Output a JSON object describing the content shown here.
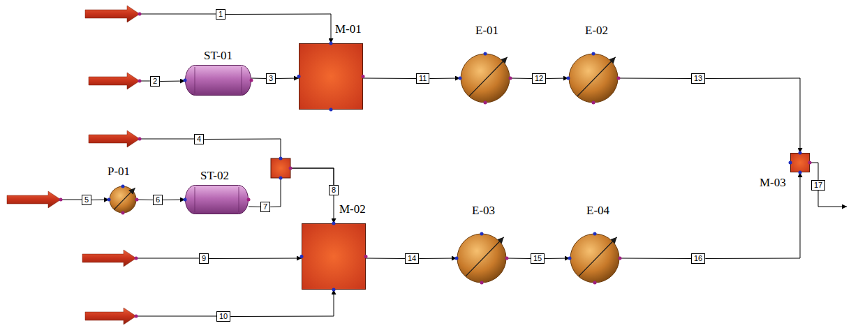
{
  "diagram": {
    "nodes": [
      {
        "text": [
          "1"
        ]
      },
      {
        "text": [
          "M-01"
        ]
      },
      {
        "text": [
          "2"
        ]
      },
      {
        "text": [
          "ST-01"
        ]
      },
      {
        "text": [
          "3"
        ]
      },
      {
        "text": [
          "11"
        ]
      },
      {
        "text": [
          "E-01"
        ]
      },
      {
        "text": [
          "12"
        ]
      },
      {
        "text": [
          "E-02"
        ]
      },
      {
        "text": [
          "13"
        ]
      },
      {
        "text": [
          "4"
        ]
      },
      {
        "text": [
          "M-03"
        ]
      },
      {
        "text": [
          "17"
        ]
      },
      {
        "text": [
          "8"
        ]
      },
      {
        "text": [
          "P-01"
        ]
      },
      {
        "text": [
          "5"
        ]
      },
      {
        "text": [
          "6"
        ]
      },
      {
        "text": [
          "ST-02"
        ]
      },
      {
        "text": [
          "7"
        ]
      },
      {
        "text": [
          "M-02"
        ]
      },
      {
        "text": [
          "9"
        ]
      },
      {
        "text": [
          "14"
        ]
      },
      {
        "text": [
          "E-03"
        ]
      },
      {
        "text": [
          "15"
        ]
      },
      {
        "text": [
          "E-04"
        ]
      },
      {
        "text": [
          "16"
        ]
      },
      {
        "text": [
          "10"
        ]
      }
    ],
    "edges": [
      {
        "from": 0,
        "to": 1,
        "arrow": "to"
      },
      {
        "from": 2,
        "to": 3,
        "arrow": "to"
      },
      {
        "from": 3,
        "to": 4,
        "arrow": "none"
      },
      {
        "from": 4,
        "to": 1,
        "arrow": "to"
      },
      {
        "from": 1,
        "to": 5,
        "arrow": "none"
      },
      {
        "from": 5,
        "to": 6,
        "arrow": "to"
      },
      {
        "from": 6,
        "to": 7,
        "arrow": "none"
      },
      {
        "from": 7,
        "to": 8,
        "arrow": "to"
      },
      {
        "from": 8,
        "to": 9,
        "arrow": "none"
      },
      {
        "from": 9,
        "to": 11,
        "arrow": "to"
      },
      {
        "from": 11,
        "to": 12,
        "arrow": "none"
      },
      {
        "from": 10,
        "to": 13,
        "arrow": "none"
      },
      {
        "from": 18,
        "to": 13,
        "arrow": "none"
      },
      {
        "from": 13,
        "to": 19,
        "arrow": "to"
      },
      {
        "from": 15,
        "to": 14,
        "arrow": "to"
      },
      {
        "from": 14,
        "to": 16,
        "arrow": "none"
      },
      {
        "from": 16,
        "to": 17,
        "arrow": "to"
      },
      {
        "from": 17,
        "to": 18,
        "arrow": "none"
      },
      {
        "from": 20,
        "to": 19,
        "arrow": "to"
      },
      {
        "from": 26,
        "to": 19,
        "arrow": "to"
      },
      {
        "from": 19,
        "to": 21,
        "arrow": "none"
      },
      {
        "from": 21,
        "to": 22,
        "arrow": "to"
      },
      {
        "from": 22,
        "to": 23,
        "arrow": "none"
      },
      {
        "from": 23,
        "to": 24,
        "arrow": "to"
      },
      {
        "from": 24,
        "to": 25,
        "arrow": "none"
      },
      {
        "from": 25,
        "to": 11,
        "arrow": "to"
      }
    ]
  }
}
